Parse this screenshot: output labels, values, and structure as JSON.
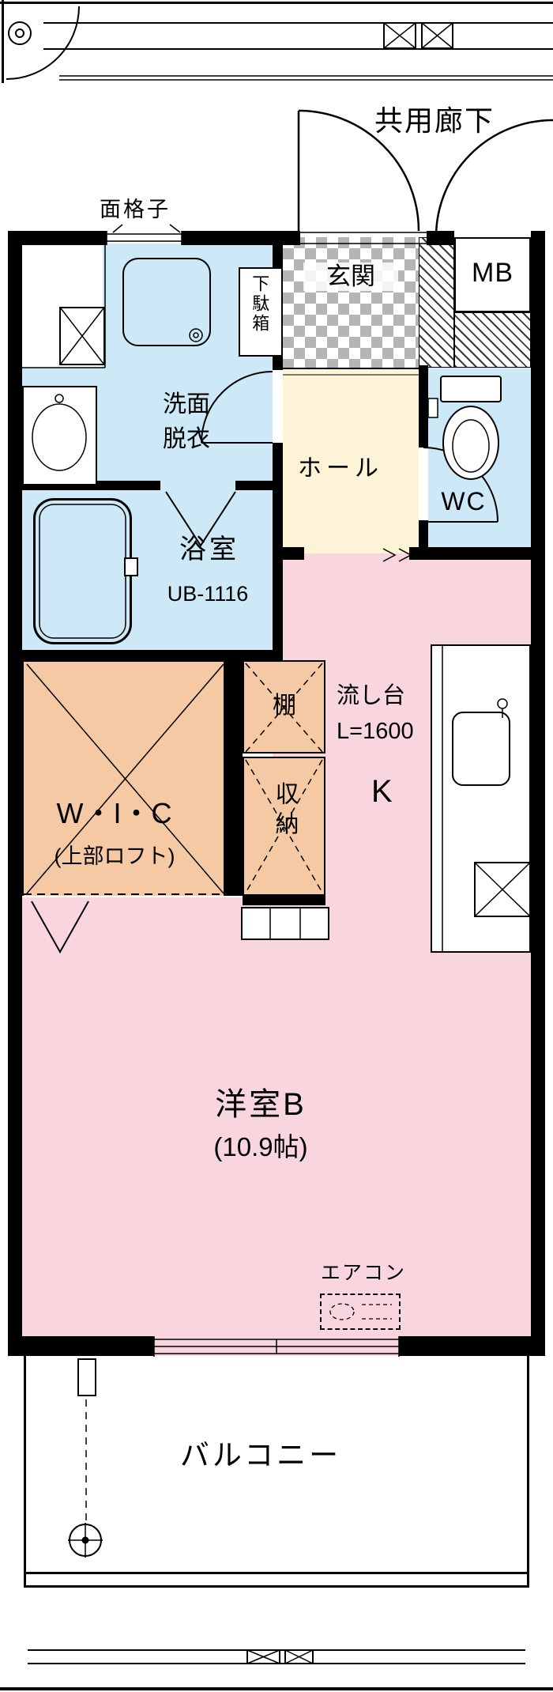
{
  "colors": {
    "wall": "#000000",
    "wet_area": "#cde9f7",
    "hall": "#fdf3d6",
    "closet": "#f5c9a3",
    "living": "#f9d6de",
    "entrance_tile": "#b5b5b5"
  },
  "exterior": {
    "corridor_label": "共用廊下",
    "balcony_label": "バルコニー",
    "meter_box_label": "MB",
    "grille_label": "面格子",
    "aircon_label": "エアコン"
  },
  "rooms": {
    "entrance": {
      "label": "玄関"
    },
    "shoe_cabinet": {
      "label": "下駄箱"
    },
    "washroom": {
      "label_line1": "洗面",
      "label_line2": "脱衣"
    },
    "hall": {
      "label": "ホール"
    },
    "toilet": {
      "label": "WC"
    },
    "bathroom": {
      "label": "浴室",
      "model": "UB-1116"
    },
    "kitchen": {
      "label": "K",
      "sink_label": "流し台",
      "sink_length": "L=1600"
    },
    "shelf": {
      "label": "棚"
    },
    "wic": {
      "label": "W・I・C",
      "note": "(上部ロフト)"
    },
    "storage": {
      "label": "収納"
    },
    "main_room": {
      "label": "洋室B",
      "size": "(10.9帖)"
    }
  }
}
